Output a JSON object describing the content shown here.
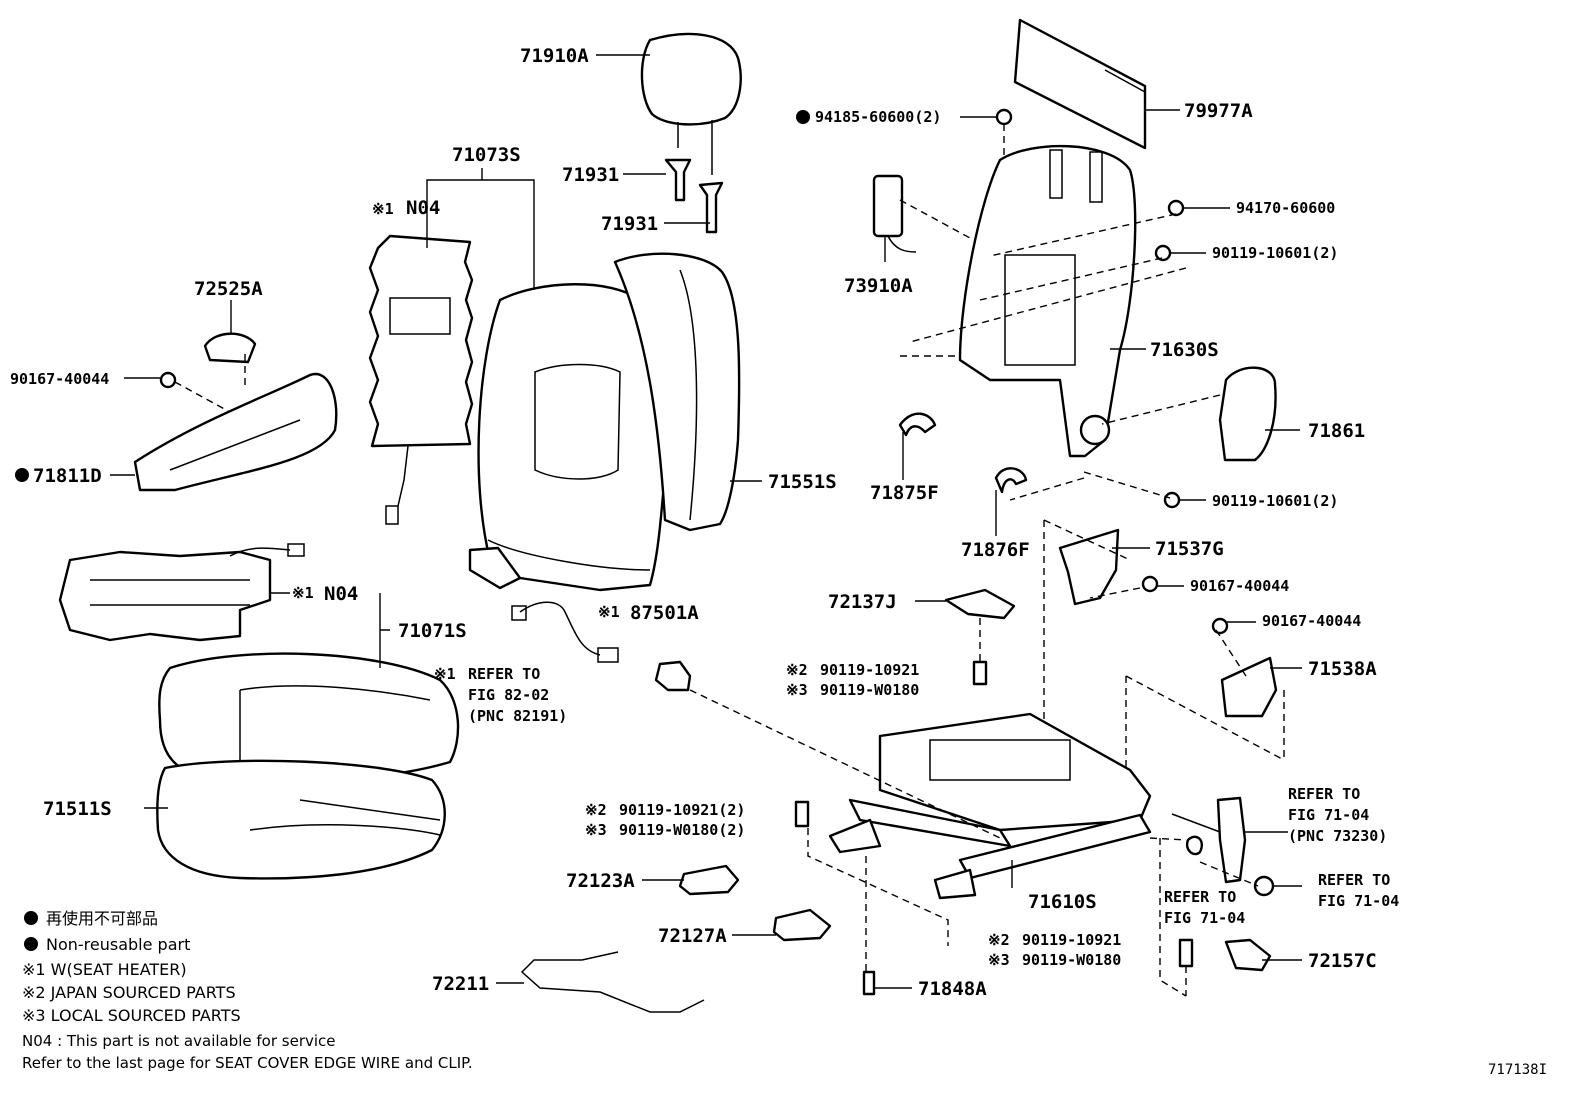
{
  "labels": {
    "p71910A": "71910A",
    "p71073S": "71073S",
    "p71931a": "71931",
    "p71931b": "71931",
    "p_n04_top_mark": "※1",
    "p_n04_top": "N04",
    "p72525A": "72525A",
    "p90167_40044_l": "90167-40044",
    "p71811D": "71811D",
    "p71551S": "71551S",
    "p_n04_mid_mark": "※1",
    "p_n04_mid": "N04",
    "p71071S": "71071S",
    "p87501A_mark": "※1",
    "p87501A": "87501A",
    "refer_8202_mark": "※1",
    "refer_8202_l1": "REFER TO",
    "refer_8202_l2": "FIG 82-02",
    "refer_8202_l3": "(PNC 82191)",
    "p71511S": "71511S",
    "p72123A": "72123A",
    "p72127A": "72127A",
    "p72211": "72211",
    "p94185": "94185-60600(2)",
    "p79977A": "79977A",
    "p94170": "94170-60600",
    "p90119_10601_a": "90119-10601(2)",
    "p73910A": "73910A",
    "p71630S": "71630S",
    "p71861": "71861",
    "p71875F": "71875F",
    "p90119_10601_b": "90119-10601(2)",
    "p71876F": "71876F",
    "p71537G": "71537G",
    "p90167_40044_r1": "90167-40044",
    "p72137J": "72137J",
    "p90167_40044_r2": "90167-40044",
    "p_m2_10921_mark": "※2",
    "p_m2_10921": "90119-10921",
    "p_m3_w0180_mark": "※3",
    "p_m3_w0180": "90119-W0180",
    "p71538A": "71538A",
    "p_m2_10921_2_mark": "※2",
    "p_m2_10921_2": "90119-10921(2)",
    "p_m3_w0180_2_mark": "※3",
    "p_m3_w0180_2": "90119-W0180(2)",
    "refer_7104a_l1": "REFER TO",
    "refer_7104a_l2": "FIG 71-04",
    "refer_7104a_l3": "(PNC 73230)",
    "p71610S": "71610S",
    "refer_7104b_l1": "REFER TO",
    "refer_7104b_l2": "FIG 71-04",
    "refer_7104c_l1": "REFER TO",
    "refer_7104c_l2": "FIG 71-04",
    "p_m2_10921_3_mark": "※2",
    "p_m2_10921_3": "90119-10921",
    "p_m3_w0180_3_mark": "※3",
    "p_m3_w0180_3": "90119-W0180",
    "p72157C": "72157C",
    "p71848A": "71848A"
  },
  "legend": {
    "non_reusable_jp": "再使用不可部品",
    "non_reusable_en": "Non-reusable part",
    "note1": "※1 W(SEAT HEATER)",
    "note2": "※2 JAPAN SOURCED PARTS",
    "note3": "※3 LOCAL SOURCED PARTS",
    "n04_note": "N04 : This part is not available for service",
    "refer_note": "Refer to the last page for SEAT COVER EDGE WIRE and CLIP."
  },
  "figure_id": "717138I"
}
